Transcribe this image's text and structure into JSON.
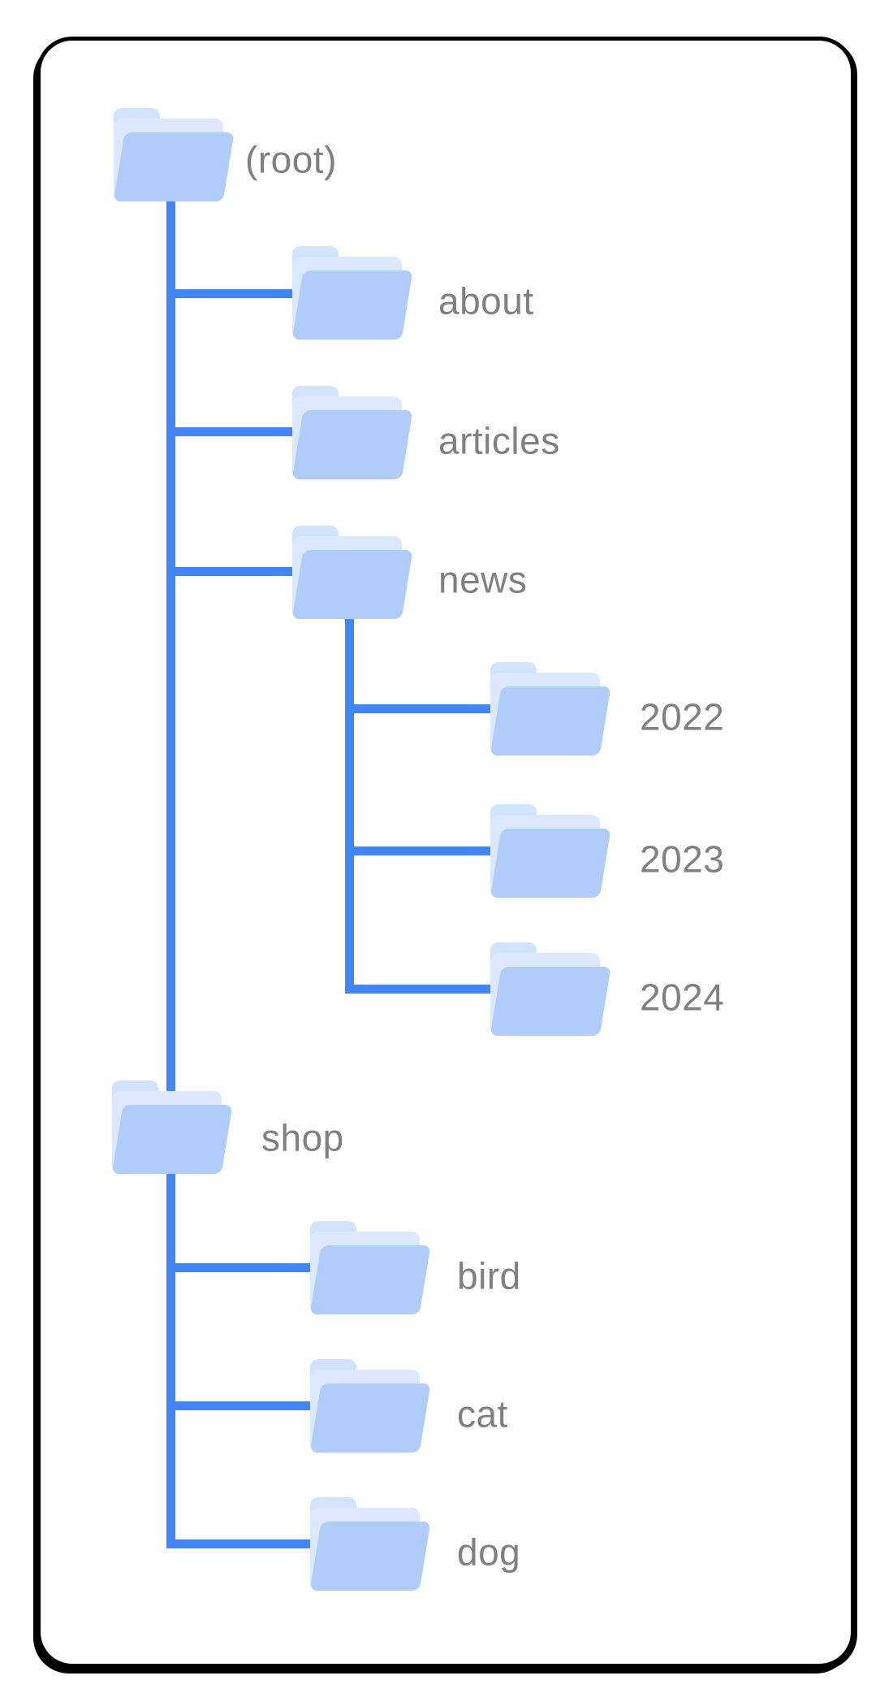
{
  "colors": {
    "connector_blue": "#4285f4",
    "folder_front": "#b0ccf9",
    "folder_flap": "#dce8fd",
    "folder_tab": "#d2e3fc",
    "label_gray": "#7e8083",
    "card_border": "#000000",
    "card_background": "#ffffff"
  },
  "tree": {
    "description": "site folder structure diagram",
    "nodes": [
      {
        "id": "root",
        "label": "(root)",
        "parent": null
      },
      {
        "id": "about",
        "label": "about",
        "parent": "root"
      },
      {
        "id": "articles",
        "label": "articles",
        "parent": "root"
      },
      {
        "id": "news",
        "label": "news",
        "parent": "root"
      },
      {
        "id": "y2022",
        "label": "2022",
        "parent": "news"
      },
      {
        "id": "y2023",
        "label": "2023",
        "parent": "news"
      },
      {
        "id": "y2024",
        "label": "2024",
        "parent": "news"
      },
      {
        "id": "shop",
        "label": "shop",
        "parent": "root"
      },
      {
        "id": "bird",
        "label": "bird",
        "parent": "shop"
      },
      {
        "id": "cat",
        "label": "cat",
        "parent": "shop"
      },
      {
        "id": "dog",
        "label": "dog",
        "parent": "shop"
      }
    ]
  }
}
